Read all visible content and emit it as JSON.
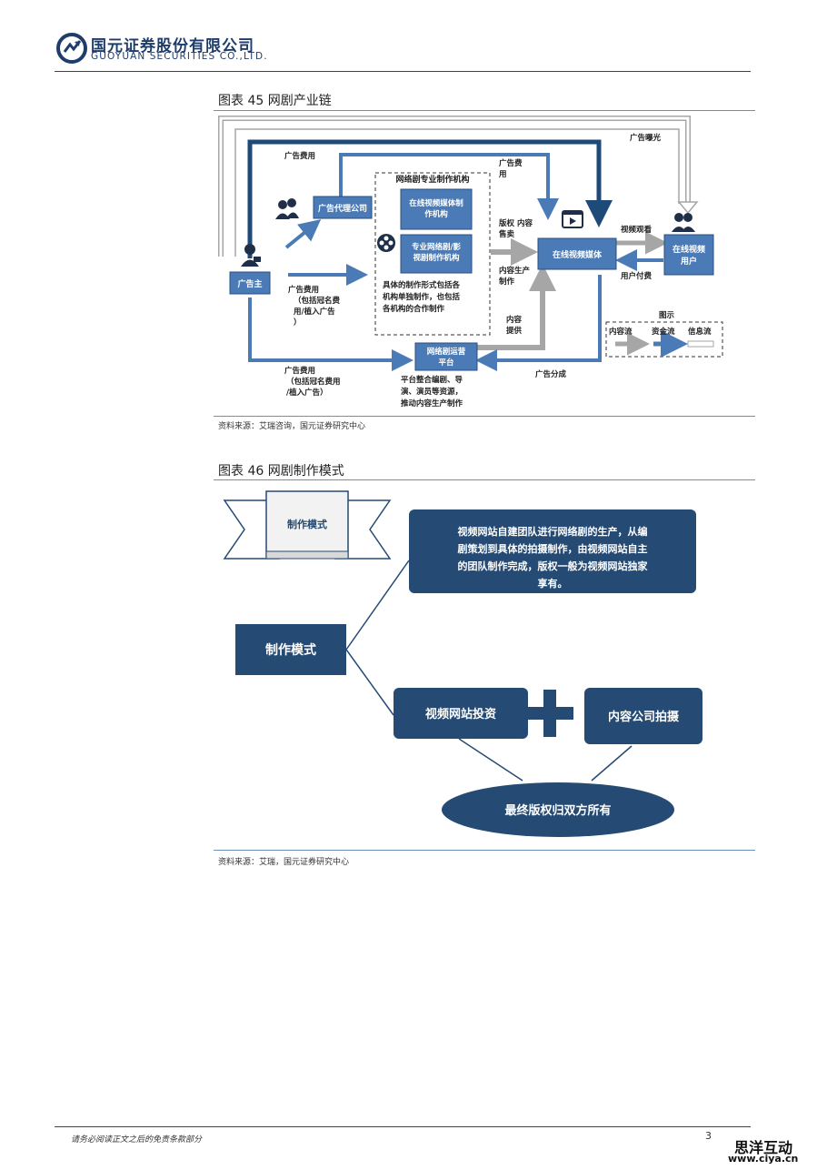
{
  "header": {
    "company_cn": "国元证券股份有限公司",
    "company_en": "GUOYUAN SECURITIES CO.,LTD."
  },
  "figure45": {
    "title": "图表 45 网剧产业链",
    "source": "资料来源：艾瑞咨询，国元证券研究中心",
    "nodes": {
      "advertiser": "广告主",
      "agency": "广告代理公司",
      "producers_group": "网络剧专业制作机构",
      "media_producer": [
        "在线视频媒体制",
        "作机构"
      ],
      "pro_producer": [
        "专业网络剧/影",
        "视剧制作机构"
      ],
      "producers_note": [
        "具体的制作形式包括各",
        "机构单独制作，也包括",
        "各机构的合作制作"
      ],
      "online_media": "在线视频媒体",
      "users": [
        "在线视频",
        "用户"
      ],
      "platform": [
        "网络剧运营",
        "平台"
      ],
      "platform_note": [
        "平台整合编剧、导",
        "演、演员等资源，",
        "推动内容生产制作"
      ]
    },
    "labels": {
      "ad_exposure": "广告曝光",
      "ad_fee_top": "广告费用",
      "ad_fee_right": [
        "广告费",
        "用"
      ],
      "copyright": [
        "版权 内容",
        "售卖"
      ],
      "content_prod": [
        "内容生产",
        "制作"
      ],
      "content_supply": [
        "内容",
        "提供"
      ],
      "video_watch": "视频观看",
      "user_pay": "用户付费",
      "ad_fee_mid": [
        "广告费用",
        "（包括冠名费",
        "用/植入广告",
        "）"
      ],
      "ad_fee_bottom": [
        "广告费用",
        "（包括冠名费用",
        "/植入广告）"
      ],
      "ad_share": "广告分成"
    },
    "legend": {
      "title": "图示",
      "content_flow": "内容流",
      "money_flow": "资金流",
      "info_flow": "信息流"
    }
  },
  "figure46": {
    "title": "图表 46 网剧制作模式",
    "source": "资料来源：艾瑞，国元证券研究中心",
    "banner": "制作模式",
    "root": "制作模式",
    "desc": [
      "视频网站自建团队进行网络剧的生产，从编",
      "剧策划到具体的拍摄制作，由视频网站自主",
      "的团队制作完成，版权一般为视频网站独家",
      "享有。"
    ],
    "left_box": "视频网站投资",
    "right_box": "内容公司拍摄",
    "ellipse": "最终版权归双方所有"
  },
  "footer": {
    "disclaimer": "请务必阅读正文之后的免责条款部分",
    "page": "3",
    "watermark_cn": "思洋互动",
    "watermark_url": "www.ciya.cn"
  },
  "colors": {
    "navy": "#1f3d6b",
    "box_blue": "#4a7bb7",
    "dark_blue": "#1e4a7a",
    "fig2_box": "#254a73",
    "gray_arrow": "#a6a6a6"
  }
}
